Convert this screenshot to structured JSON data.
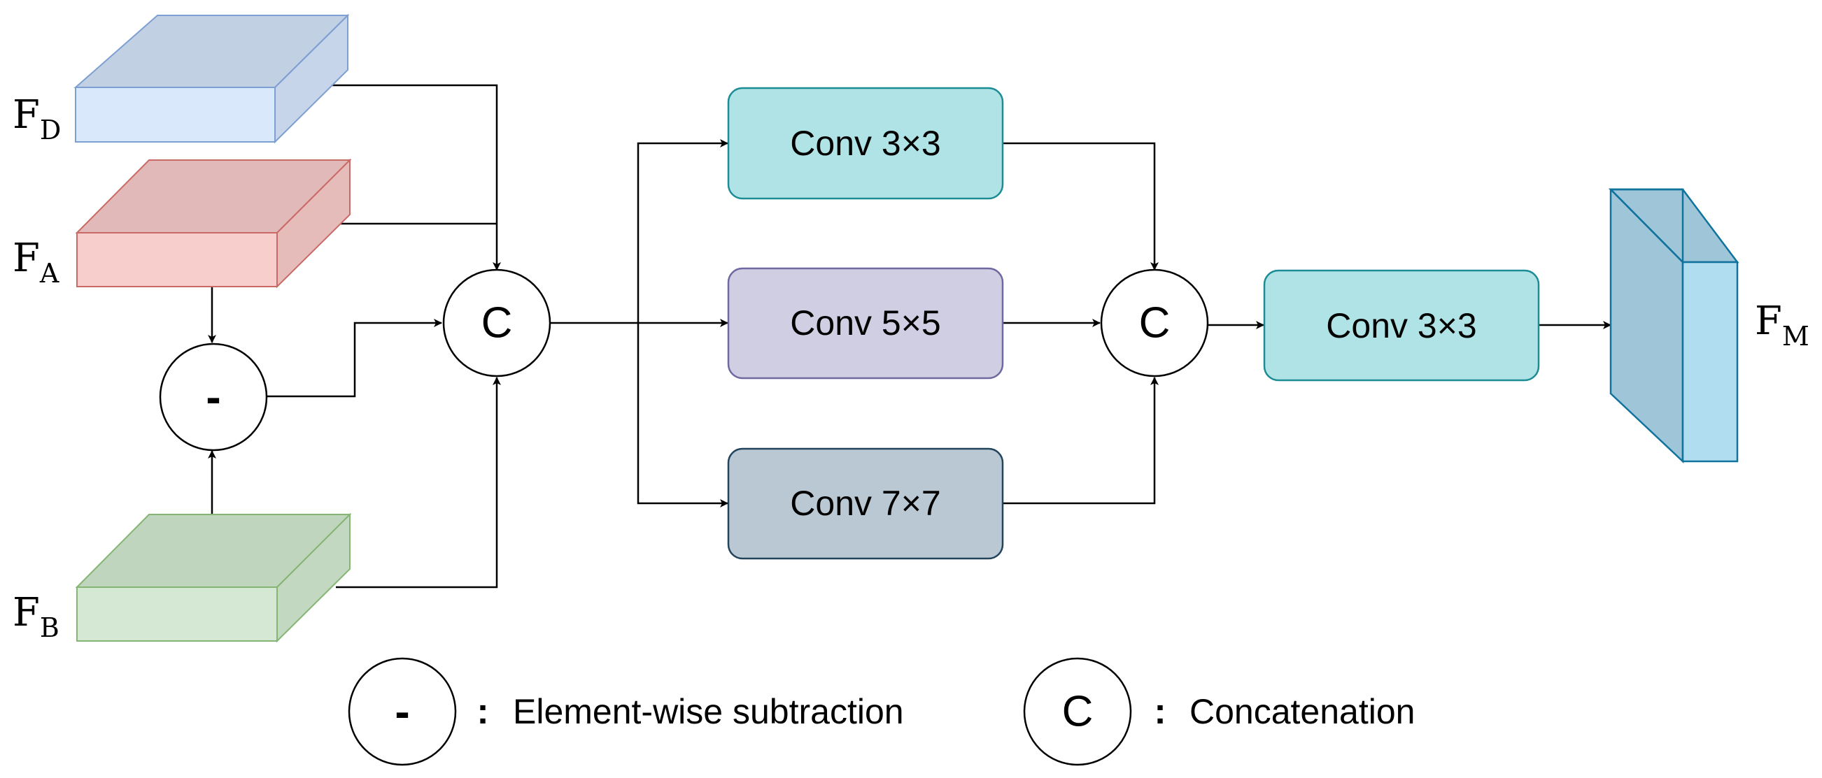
{
  "inputs": {
    "fd": {
      "letter": "F",
      "sub": "D",
      "front": "#dae8fc",
      "top": "#c2d0e3",
      "side": "#c7d5ea",
      "stroke": "#7d9fd1"
    },
    "fa": {
      "letter": "F",
      "sub": "A",
      "front": "#f8cecc",
      "top": "#e1b9b8",
      "side": "#e6bcba",
      "stroke": "#c96a66"
    },
    "fb": {
      "letter": "F",
      "sub": "B",
      "front": "#d5e8d4",
      "top": "#bfd5bd",
      "side": "#c3d8c1",
      "stroke": "#84b573"
    }
  },
  "ops": {
    "subtract_symbol": "-",
    "concat_symbol": "C"
  },
  "branches": [
    {
      "label": "Conv 3×3",
      "fill": "#b0e3e6",
      "stroke": "#1c8c95"
    },
    {
      "label": "Conv 5×5",
      "fill": "#d0cee2",
      "stroke": "#6e69a0"
    },
    {
      "label": "Conv 7×7",
      "fill": "#bac8d3",
      "stroke": "#23445d"
    }
  ],
  "fusion": {
    "label": "Conv 3×3",
    "fill": "#b0e3e6",
    "stroke": "#1c8c95"
  },
  "output": {
    "letter": "F",
    "sub": "M",
    "front": "#b1ddf0",
    "side": "#9fc6d8",
    "stroke": "#10739e"
  },
  "legend": [
    {
      "symbol": "-",
      "text": "Element-wise subtraction"
    },
    {
      "symbol": "C",
      "text": "Concatenation"
    }
  ],
  "separator": ":"
}
